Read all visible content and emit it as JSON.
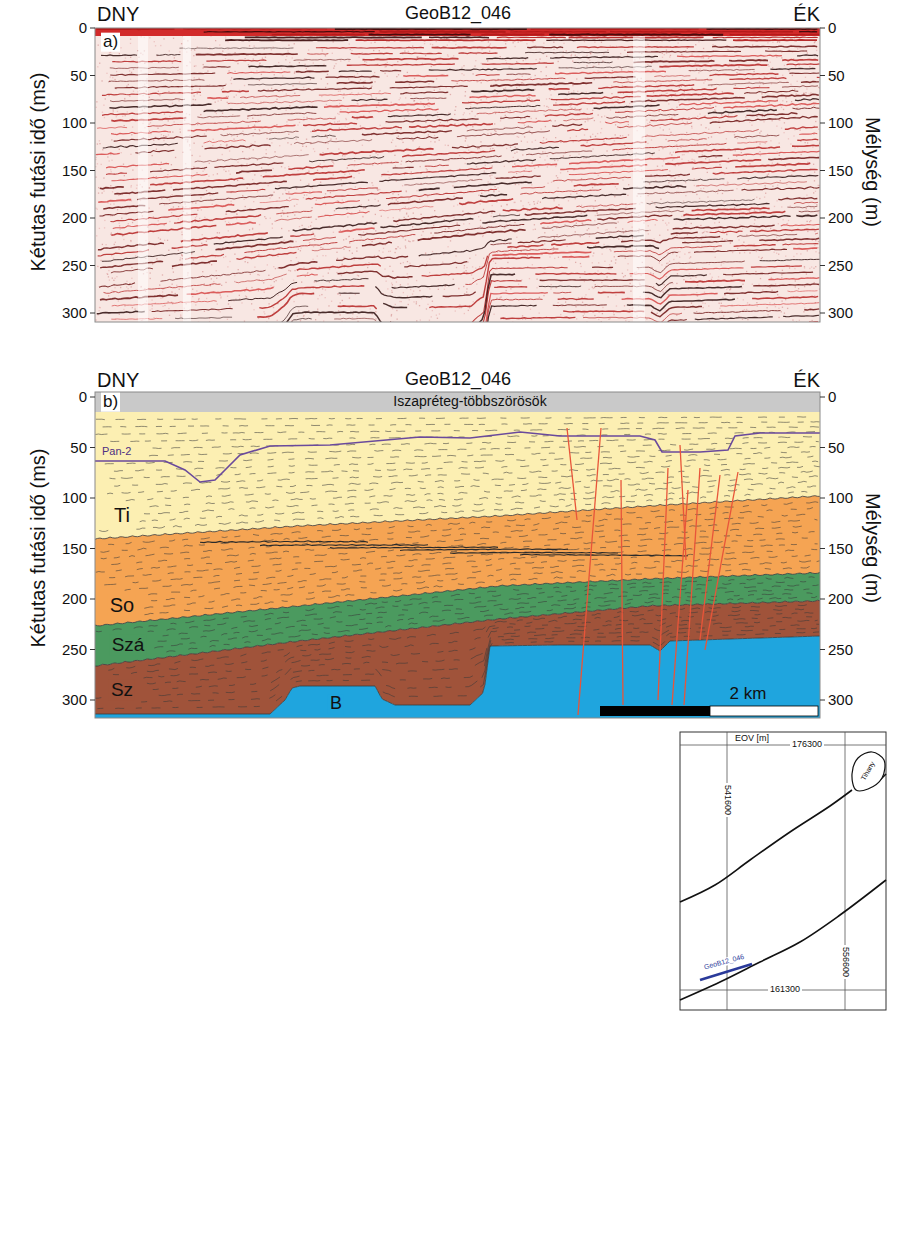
{
  "diagram": {
    "nodes": [
      {
        "text": [
          "Iszapréteg-többszörösök"
        ]
      },
      {
        "text": [
          "Ti"
        ]
      },
      {
        "text": [
          "So"
        ]
      },
      {
        "text": [
          "Szá"
        ]
      },
      {
        "text": [
          "Sz"
        ]
      },
      {
        "text": [
          "B"
        ]
      }
    ],
    "labels": [
      "DNY",
      "GeoB12_046",
      "ÉK",
      "a)",
      "0",
      "50",
      "100",
      "150",
      "200",
      "250",
      "300",
      "0",
      "50",
      "100",
      "150",
      "200",
      "250",
      "300",
      "Kétutas futási idő (ms)",
      "Mélység (m)",
      "DNY",
      "GeoB12_046",
      "ÉK",
      "b)",
      "0",
      "50",
      "100",
      "150",
      "200",
      "250",
      "300",
      "0",
      "50",
      "100",
      "150",
      "200",
      "250",
      "300",
      "Kétutas futási idő (ms)",
      "Mélység (m)",
      "Pan-2",
      "2 km",
      "EOV [m]",
      "176300",
      "541600",
      "556600",
      "161300",
      "Tihany",
      "GeoB12_046"
    ]
  }
}
